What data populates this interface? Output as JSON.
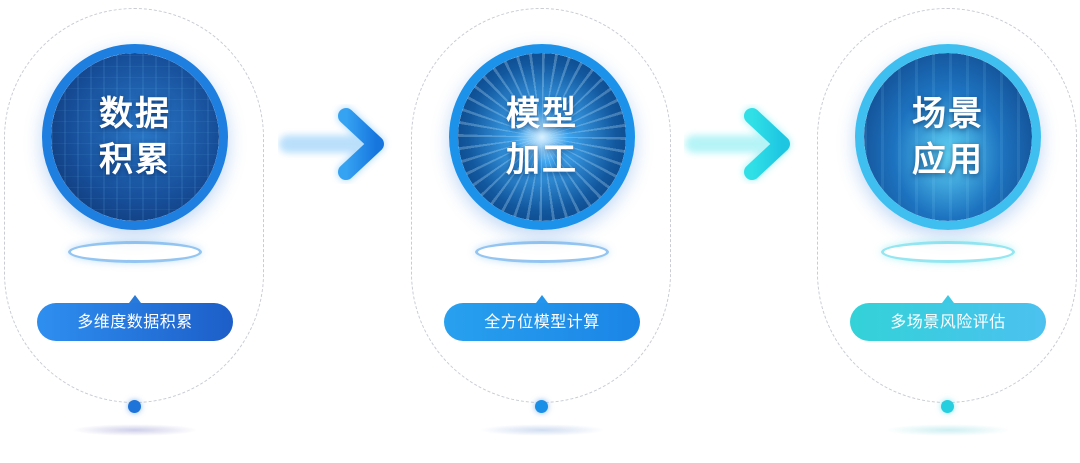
{
  "steps": [
    {
      "title_line1": "数据",
      "title_line2": "积累",
      "label": "多维度数据积累"
    },
    {
      "title_line1": "模型",
      "title_line2": "加工",
      "label": "全方位模型计算"
    },
    {
      "title_line1": "场景",
      "title_line2": "应用",
      "label": "多场景风险评估"
    }
  ],
  "colors": {
    "step1_accent": "#1e74d8",
    "step2_accent": "#1a8fe8",
    "step3_accent": "#25cfe0",
    "arrow1": "#1e8fe6",
    "arrow2": "#22d6e6"
  }
}
